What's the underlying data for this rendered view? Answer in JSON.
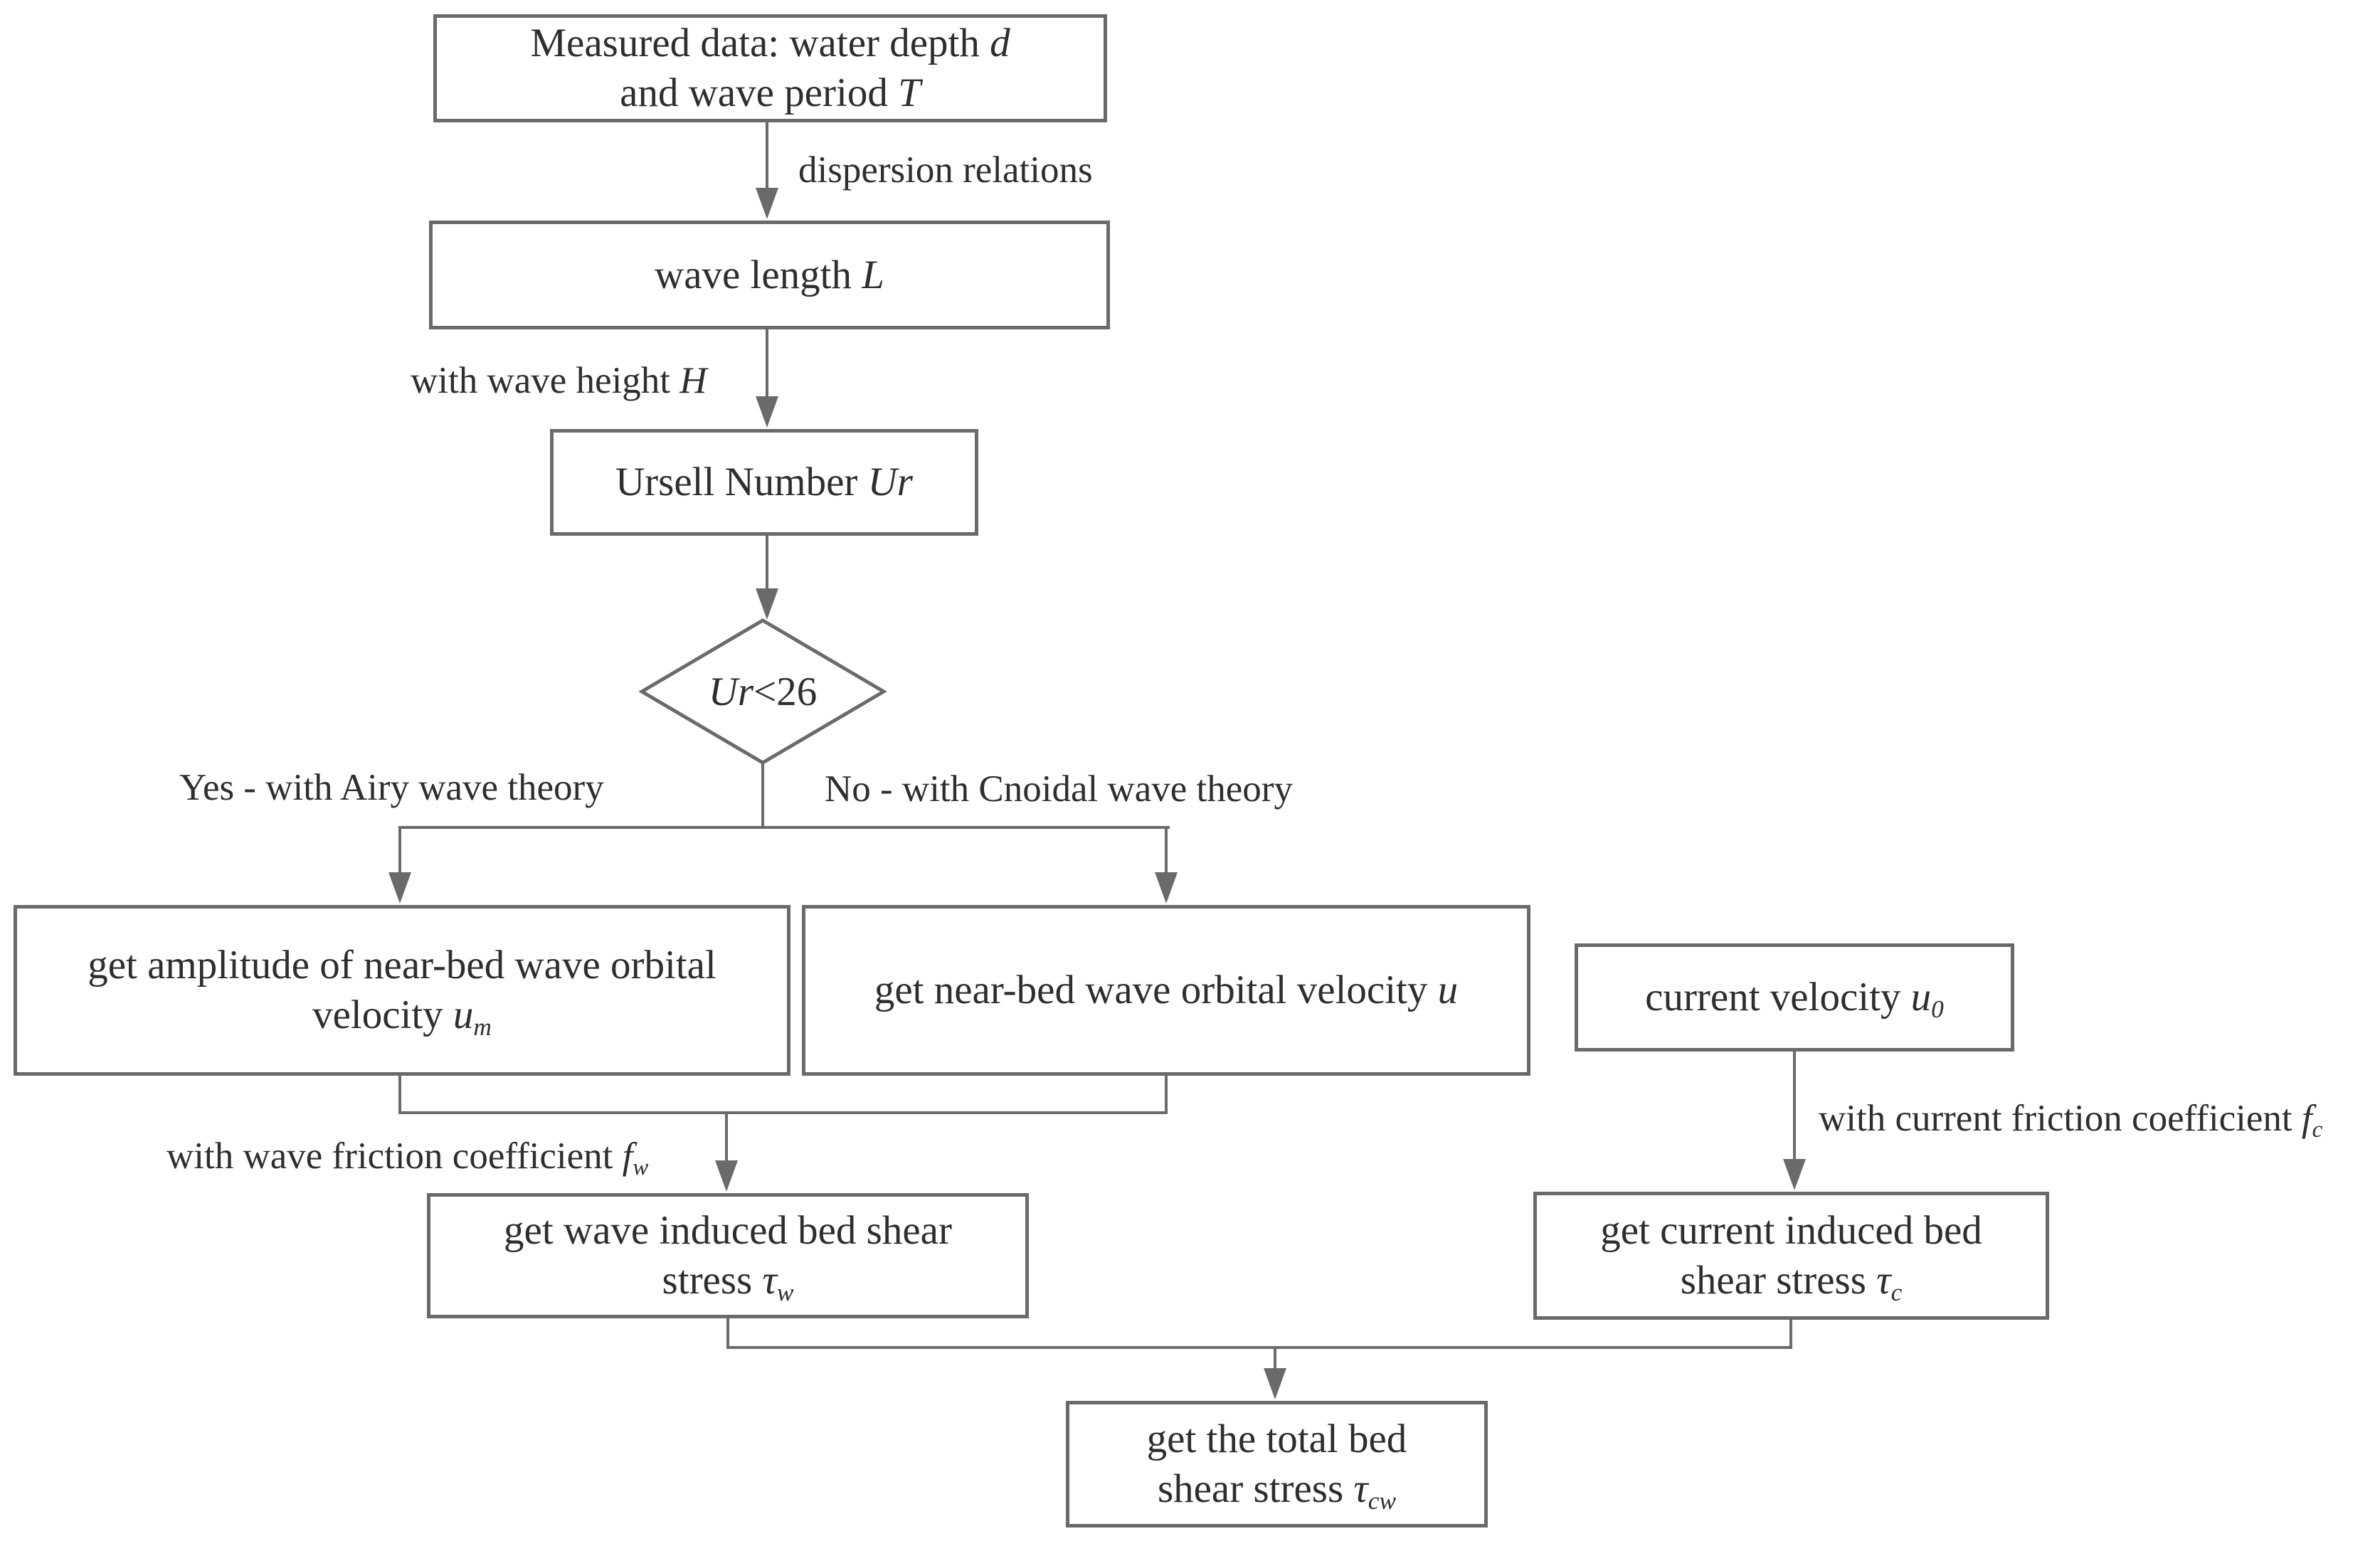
{
  "figure": {
    "type": "flowchart",
    "colors": {
      "line": "#6a6a6a",
      "text": "#2e2e2e",
      "background": "#ffffff"
    },
    "nodes": {
      "measured": {
        "l1a": "Measured data: water depth ",
        "l1v": "d",
        "l2a": "and wave period ",
        "l2v": "T"
      },
      "wavelength": {
        "a": "wave length ",
        "v": "L"
      },
      "ursell": {
        "a": "Ursell Number ",
        "v": "Ur"
      },
      "decision": {
        "v": "Ur",
        "rest": "<26"
      },
      "amplitude": {
        "l1": "get amplitude of near-bed wave orbital",
        "l2a": "velocity ",
        "v": "u",
        "sub": "m"
      },
      "orbital": {
        "a": "get near-bed wave orbital velocity ",
        "v": "u"
      },
      "current": {
        "a": "current velocity ",
        "v": "u",
        "sub": "0"
      },
      "wavestress": {
        "l1": "get wave induced bed shear",
        "l2a": "stress ",
        "v": "τ",
        "sub": "w"
      },
      "currentstress": {
        "l1": "get current induced bed",
        "l2a": "shear stress ",
        "v": "τ",
        "sub": "c"
      },
      "total": {
        "l1": "get the total bed",
        "l2a": "shear stress ",
        "v": "τ",
        "sub": "cw"
      }
    },
    "edge_labels": {
      "dispersion": "dispersion relations",
      "waveheight": {
        "a": "with wave height ",
        "v": "H"
      },
      "yes": "Yes - with Airy wave theory",
      "no": "No - with Cnoidal wave theory",
      "wavefriction": {
        "a": "with wave friction coefficient ",
        "v": "f",
        "sub": "w"
      },
      "currentfriction": {
        "a": "with current friction coefficient ",
        "v": "f",
        "sub": "c"
      }
    }
  }
}
